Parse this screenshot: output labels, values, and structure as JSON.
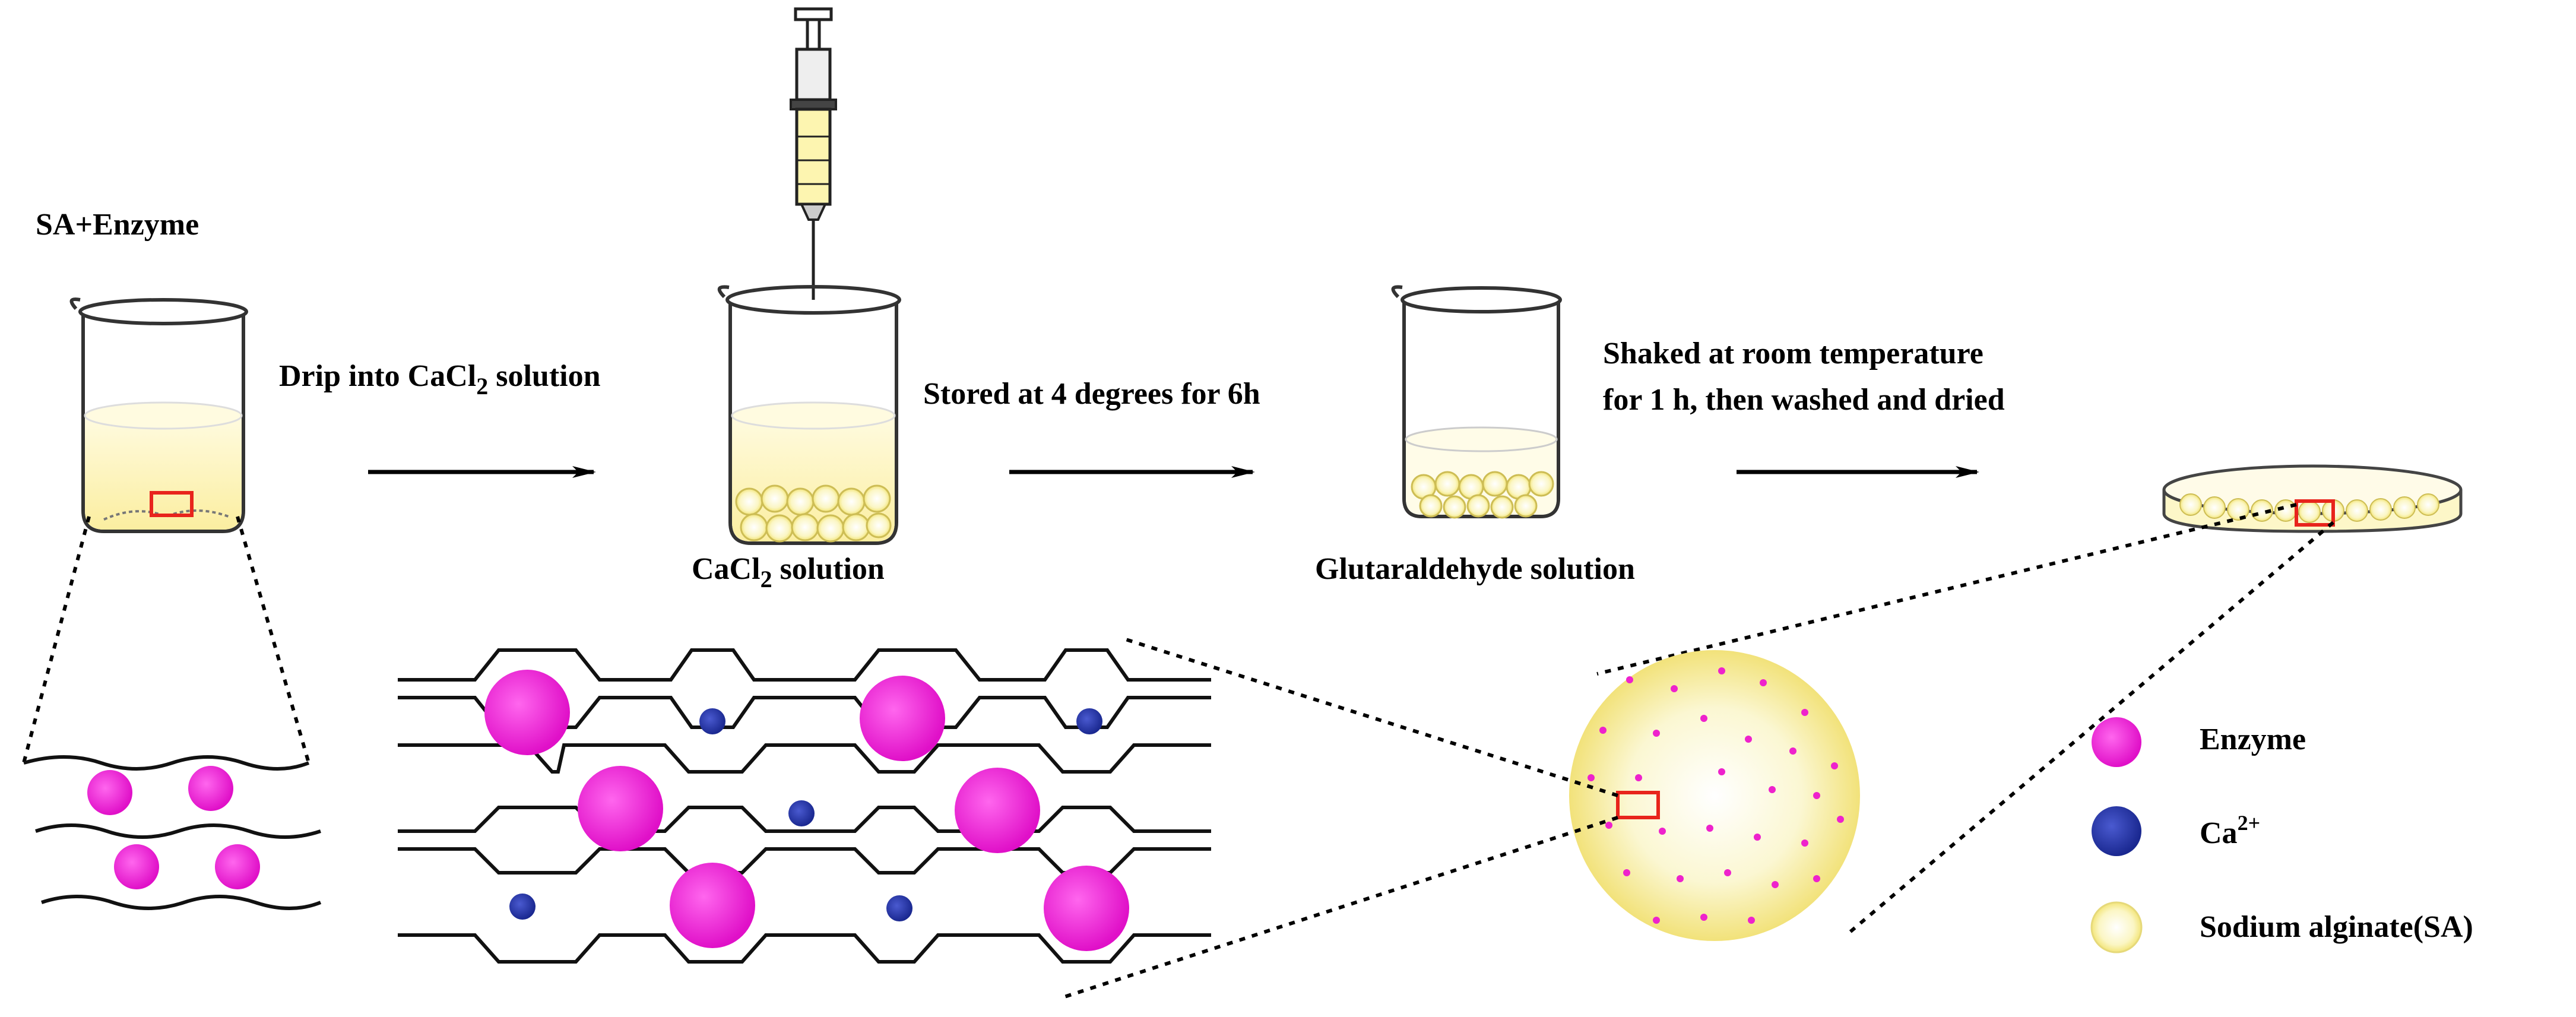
{
  "labels": {
    "sa_enzyme": "SA+Enzyme",
    "drip_prefix": "Drip into CaCl",
    "drip_sub": "2",
    "drip_suffix": " solution",
    "cacl2_prefix": "CaCl",
    "cacl2_sub": "2",
    "cacl2_suffix": " solution",
    "stored": "Stored at 4 degrees for 6h",
    "glutaraldehyde": "Glutaraldehyde solution",
    "shaked_line1": "Shaked at room temperature",
    "shaked_line2": "for 1 h, then washed and dried"
  },
  "legend": {
    "enzyme": "Enzyme",
    "ca_prefix": "Ca",
    "ca_sup": "2+",
    "sa": "Sodium alginate(SA)"
  },
  "colors": {
    "enzyme": "#ee22cc",
    "calcium": "#2233aa",
    "alginate": "#fff7b0",
    "liquid": "#fdf6c0",
    "highlight_box": "#e8241c",
    "arrow": "#000000"
  }
}
